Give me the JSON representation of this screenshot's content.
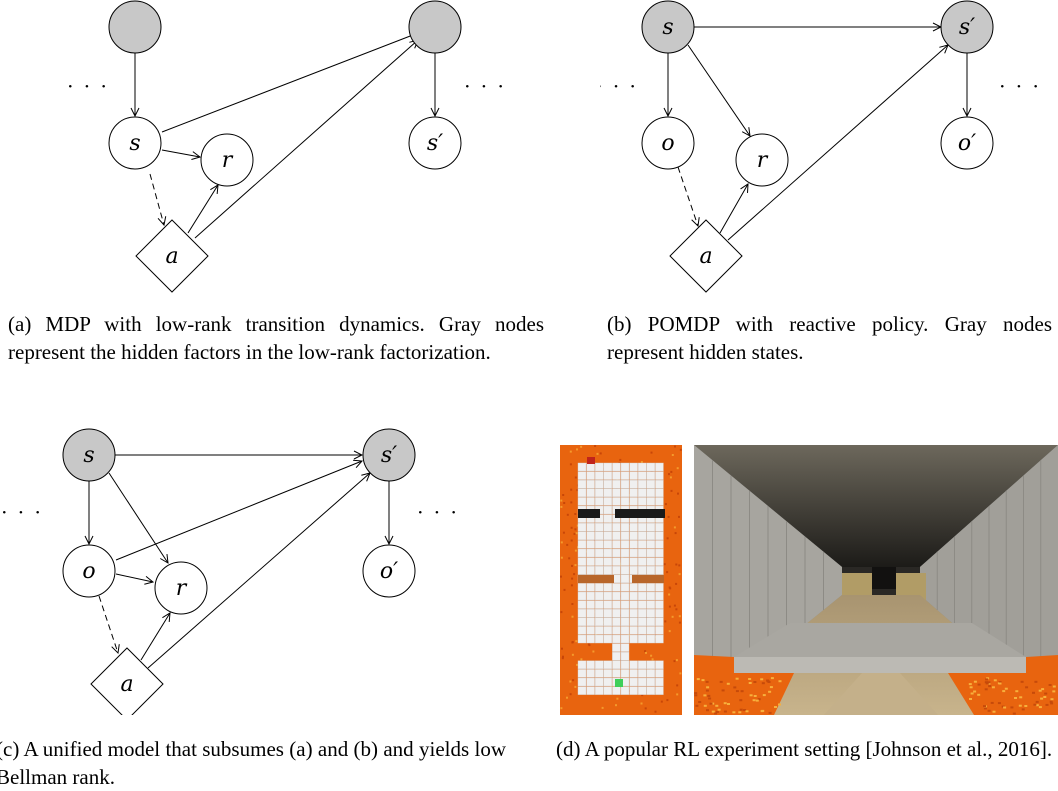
{
  "panels": {
    "a": {
      "nodes": {
        "s": "s",
        "r": "r",
        "a": "a",
        "s_prime": "s′"
      },
      "ellipsis_left": "· · ·",
      "ellipsis_right": "· · ·",
      "caption": "(a) MDP with low-rank transition dynamics. Gray nodes represent the hidden factors in the low-rank factorization."
    },
    "b": {
      "nodes": {
        "s": "s",
        "s_prime": "s′",
        "o": "o",
        "r": "r",
        "o_prime": "o′",
        "a": "a"
      },
      "ellipsis_left": "· · ·",
      "ellipsis_right": "· · ·",
      "caption": "(b) POMDP with reactive policy. Gray nodes represent hidden states."
    },
    "c": {
      "nodes": {
        "s": "s",
        "s_prime": "s′",
        "o": "o",
        "r": "r",
        "o_prime": "o′",
        "a": "a"
      },
      "ellipsis_left": "· · ·",
      "ellipsis_right": "· · ·",
      "caption": "(c) A unified model that subsumes (a) and (b) and yields low Bellman rank."
    },
    "d": {
      "caption": "(d) A popular RL experiment setting [Johnson et al., 2016]."
    }
  },
  "colors": {
    "hidden_node": "#c8c8c8",
    "observed_node": "#ffffff",
    "lava": "#e8640f",
    "floor_tile": "#f0f0f0",
    "wall_black": "#1a1a1a",
    "wall_brown": "#b8662a",
    "start_red": "#c0241b",
    "goal_green": "#3fcf5a"
  }
}
